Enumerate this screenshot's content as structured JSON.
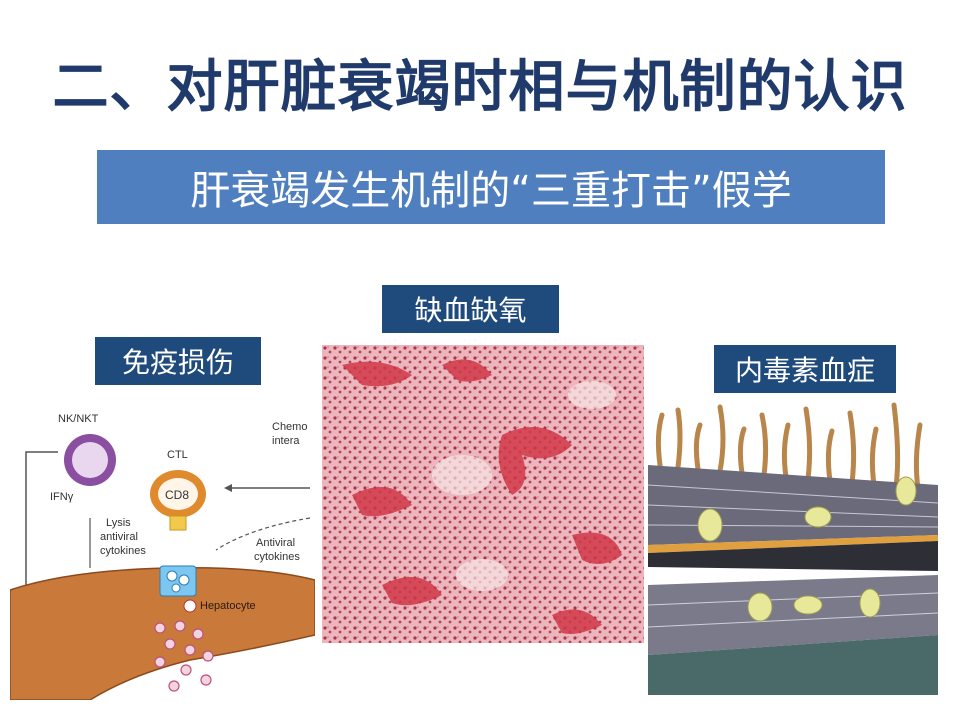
{
  "slide": {
    "title": "二、对肝脏衰竭时相与机制的认识",
    "banner": "肝衰竭发生机制的“三重打击”假学"
  },
  "labels": {
    "hypoxia": "缺血缺氧",
    "immune": "免疫损伤",
    "endotoxemia": "内毒素血症"
  },
  "immune_diagram": {
    "nk_label": "NK/NKT",
    "ctl_label": "CTL",
    "cd8_label": "CD8",
    "ifn_label": "IFNγ",
    "lysis_lines": [
      "Lysis",
      "antiviral",
      "cytokines"
    ],
    "antiviral_lines": [
      "Antiviral",
      "cytokines"
    ],
    "chemo_lines": [
      "Chemo",
      "intera"
    ],
    "hepatocyte_label": "Hepatocyte"
  },
  "colors": {
    "title": "#1f3a6b",
    "banner_bg": "#4f7fbf",
    "label_bg": "#1f4a7c",
    "liver": "#c97a3a",
    "tissue": "#e8a0a8"
  }
}
